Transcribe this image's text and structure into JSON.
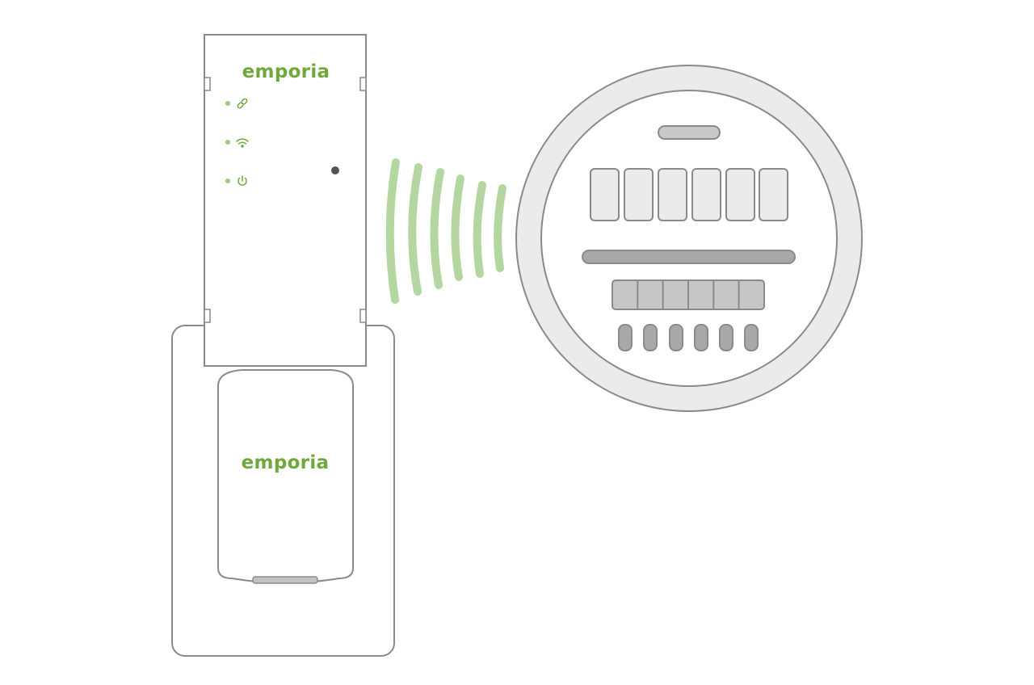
{
  "brand": {
    "logo_text": "emporia",
    "logo_text_display": "emporia",
    "accent_color": "#6fa83c"
  },
  "indicators": [
    {
      "name": "link",
      "icon": "link-icon"
    },
    {
      "name": "wifi",
      "icon": "wifi-icon"
    },
    {
      "name": "power",
      "icon": "power-icon"
    }
  ],
  "signal": {
    "icon": "wireless-signal-waves",
    "color": "#b4d6a0"
  },
  "meter": {
    "digit_windows": 6,
    "dial_segments": 6,
    "terminals": 6
  },
  "colors": {
    "outline": "#8a8a8a",
    "meter_ring": "#ebebeb",
    "meter_fill_dark": "#a8a8a8"
  }
}
